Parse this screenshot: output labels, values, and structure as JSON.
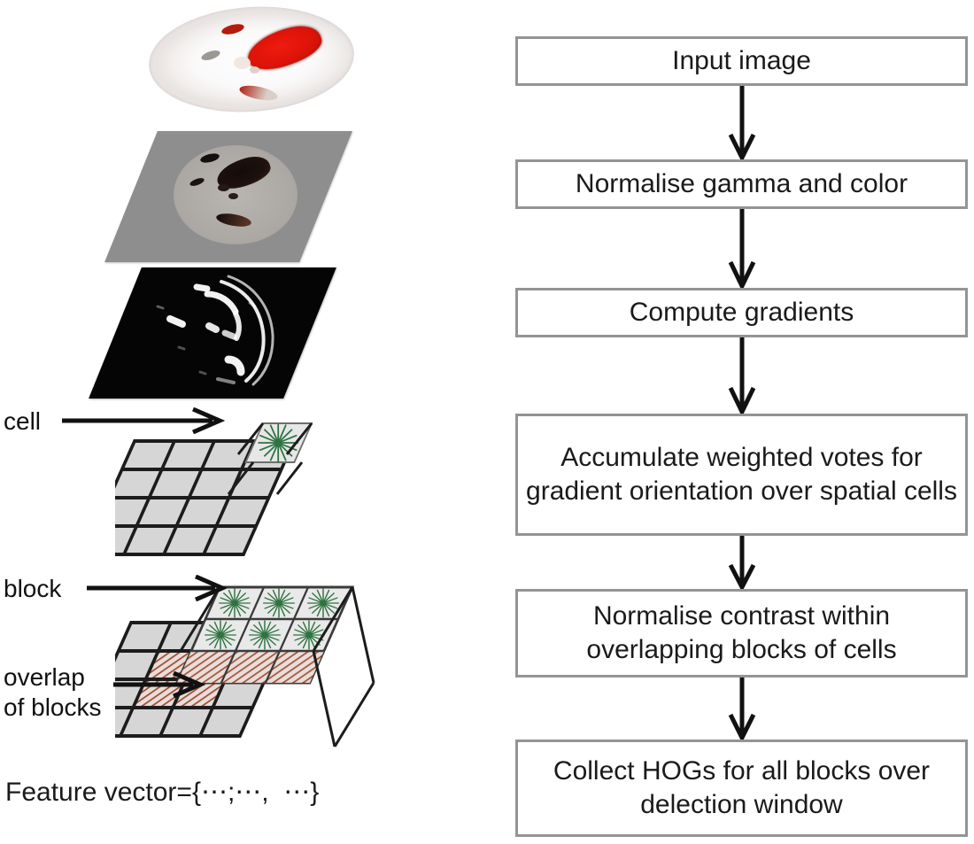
{
  "figure": {
    "title": "HOG feature extraction pipeline",
    "colors": {
      "box_border": "#949494",
      "text": "#1a1a1a",
      "cell_fill": "#d6d6d6",
      "cell_stroke": "#1c1c1c",
      "orientation_star": "#2e7340",
      "overlap_hatch": "#9e4a32",
      "lesion_red": "#dc1208",
      "plane_gray": "#8e8e8e",
      "gradient_black": "#050505"
    }
  },
  "flowchart": {
    "steps": [
      {
        "id": "input-image",
        "label": "Input image"
      },
      {
        "id": "normalise-gamma",
        "label": "Normalise gamma and color"
      },
      {
        "id": "compute-gradients",
        "label": "Compute gradients"
      },
      {
        "id": "accumulate-votes",
        "label": "Accumulate weighted votes for gradient orientation over spatial cells"
      },
      {
        "id": "normalise-contrast",
        "label": "Normalise contrast within overlapping blocks of cells"
      },
      {
        "id": "collect-hogs",
        "label": "Collect HOGs for all blocks over delection window"
      }
    ],
    "arrow_icon": "arrow-down-icon",
    "arrow_count": 5
  },
  "pipeline": {
    "stages": [
      {
        "id": "input-image",
        "caption": "colour CT head scan with red haemorrhage region"
      },
      {
        "id": "normalised-image",
        "caption": "gamma and colour normalised grayscale plane"
      },
      {
        "id": "gradient-image",
        "caption": "gradient magnitude plane, white edges on black"
      },
      {
        "id": "cell-grid",
        "caption": "4 by 4 grid of spatial cells, one cell lifted showing orientation histogram"
      },
      {
        "id": "block-grid",
        "caption": "blocks of 2 by 2 cells with overlapping red hatched block"
      }
    ],
    "labels": [
      {
        "id": "cell",
        "text": "cell",
        "pointer": "arrow-right-icon"
      },
      {
        "id": "block",
        "text": "block",
        "pointer": "arrow-right-icon"
      },
      {
        "id": "overlap",
        "text": "overlap\nof blocks",
        "pointer": "arrow-right-icon"
      }
    ],
    "feature_vector": "Feature vector={⋯;⋯,  ⋯}",
    "cell_grid": {
      "rows": 4,
      "cols": 4,
      "star_cells": 1,
      "star_bins": 16
    },
    "block_grid": {
      "rows": 4,
      "cols": 4,
      "block_rows": 2,
      "block_cols": 2,
      "star_cells": 4,
      "overlap_cells": 4
    }
  }
}
